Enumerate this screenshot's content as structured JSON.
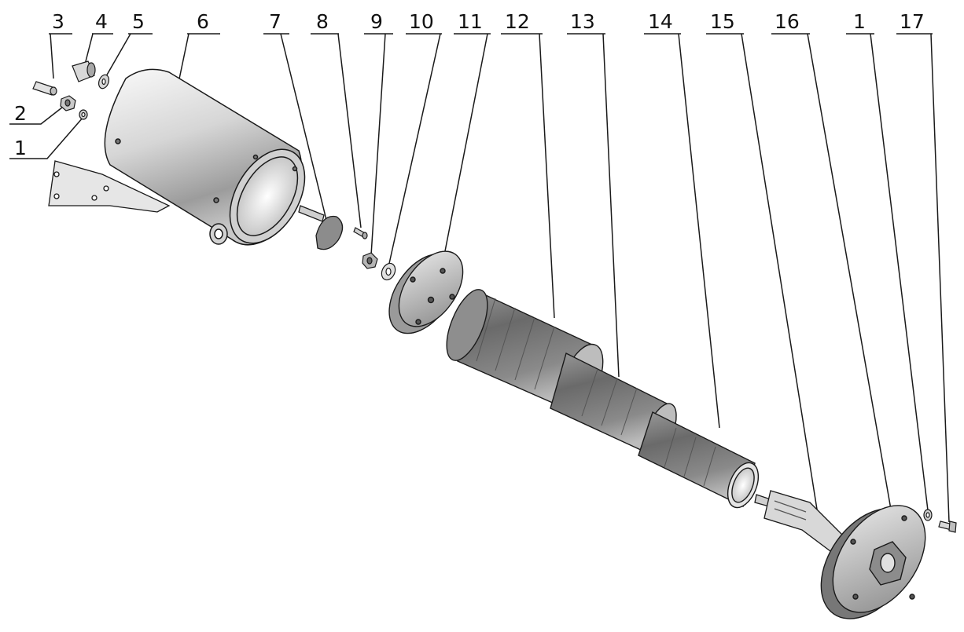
{
  "callouts": [
    {
      "id": "c3",
      "text": "3"
    },
    {
      "id": "c4",
      "text": "4"
    },
    {
      "id": "c5",
      "text": "5"
    },
    {
      "id": "c6",
      "text": "6"
    },
    {
      "id": "c7",
      "text": "7"
    },
    {
      "id": "c8",
      "text": "8"
    },
    {
      "id": "c9",
      "text": "9"
    },
    {
      "id": "c10",
      "text": "10"
    },
    {
      "id": "c11",
      "text": "11"
    },
    {
      "id": "c12",
      "text": "12"
    },
    {
      "id": "c13",
      "text": "13"
    },
    {
      "id": "c14",
      "text": "14"
    },
    {
      "id": "c15",
      "text": "15"
    },
    {
      "id": "c16",
      "text": "16"
    },
    {
      "id": "c1b",
      "text": "1"
    },
    {
      "id": "c17",
      "text": "17"
    },
    {
      "id": "c2",
      "text": "2"
    },
    {
      "id": "c1a",
      "text": "1"
    }
  ],
  "colors": {
    "metal_light": "#eeeeee",
    "metal_mid": "#bdbdbd",
    "metal_dark": "#6e6e6e",
    "line": "#1a1a1a"
  }
}
